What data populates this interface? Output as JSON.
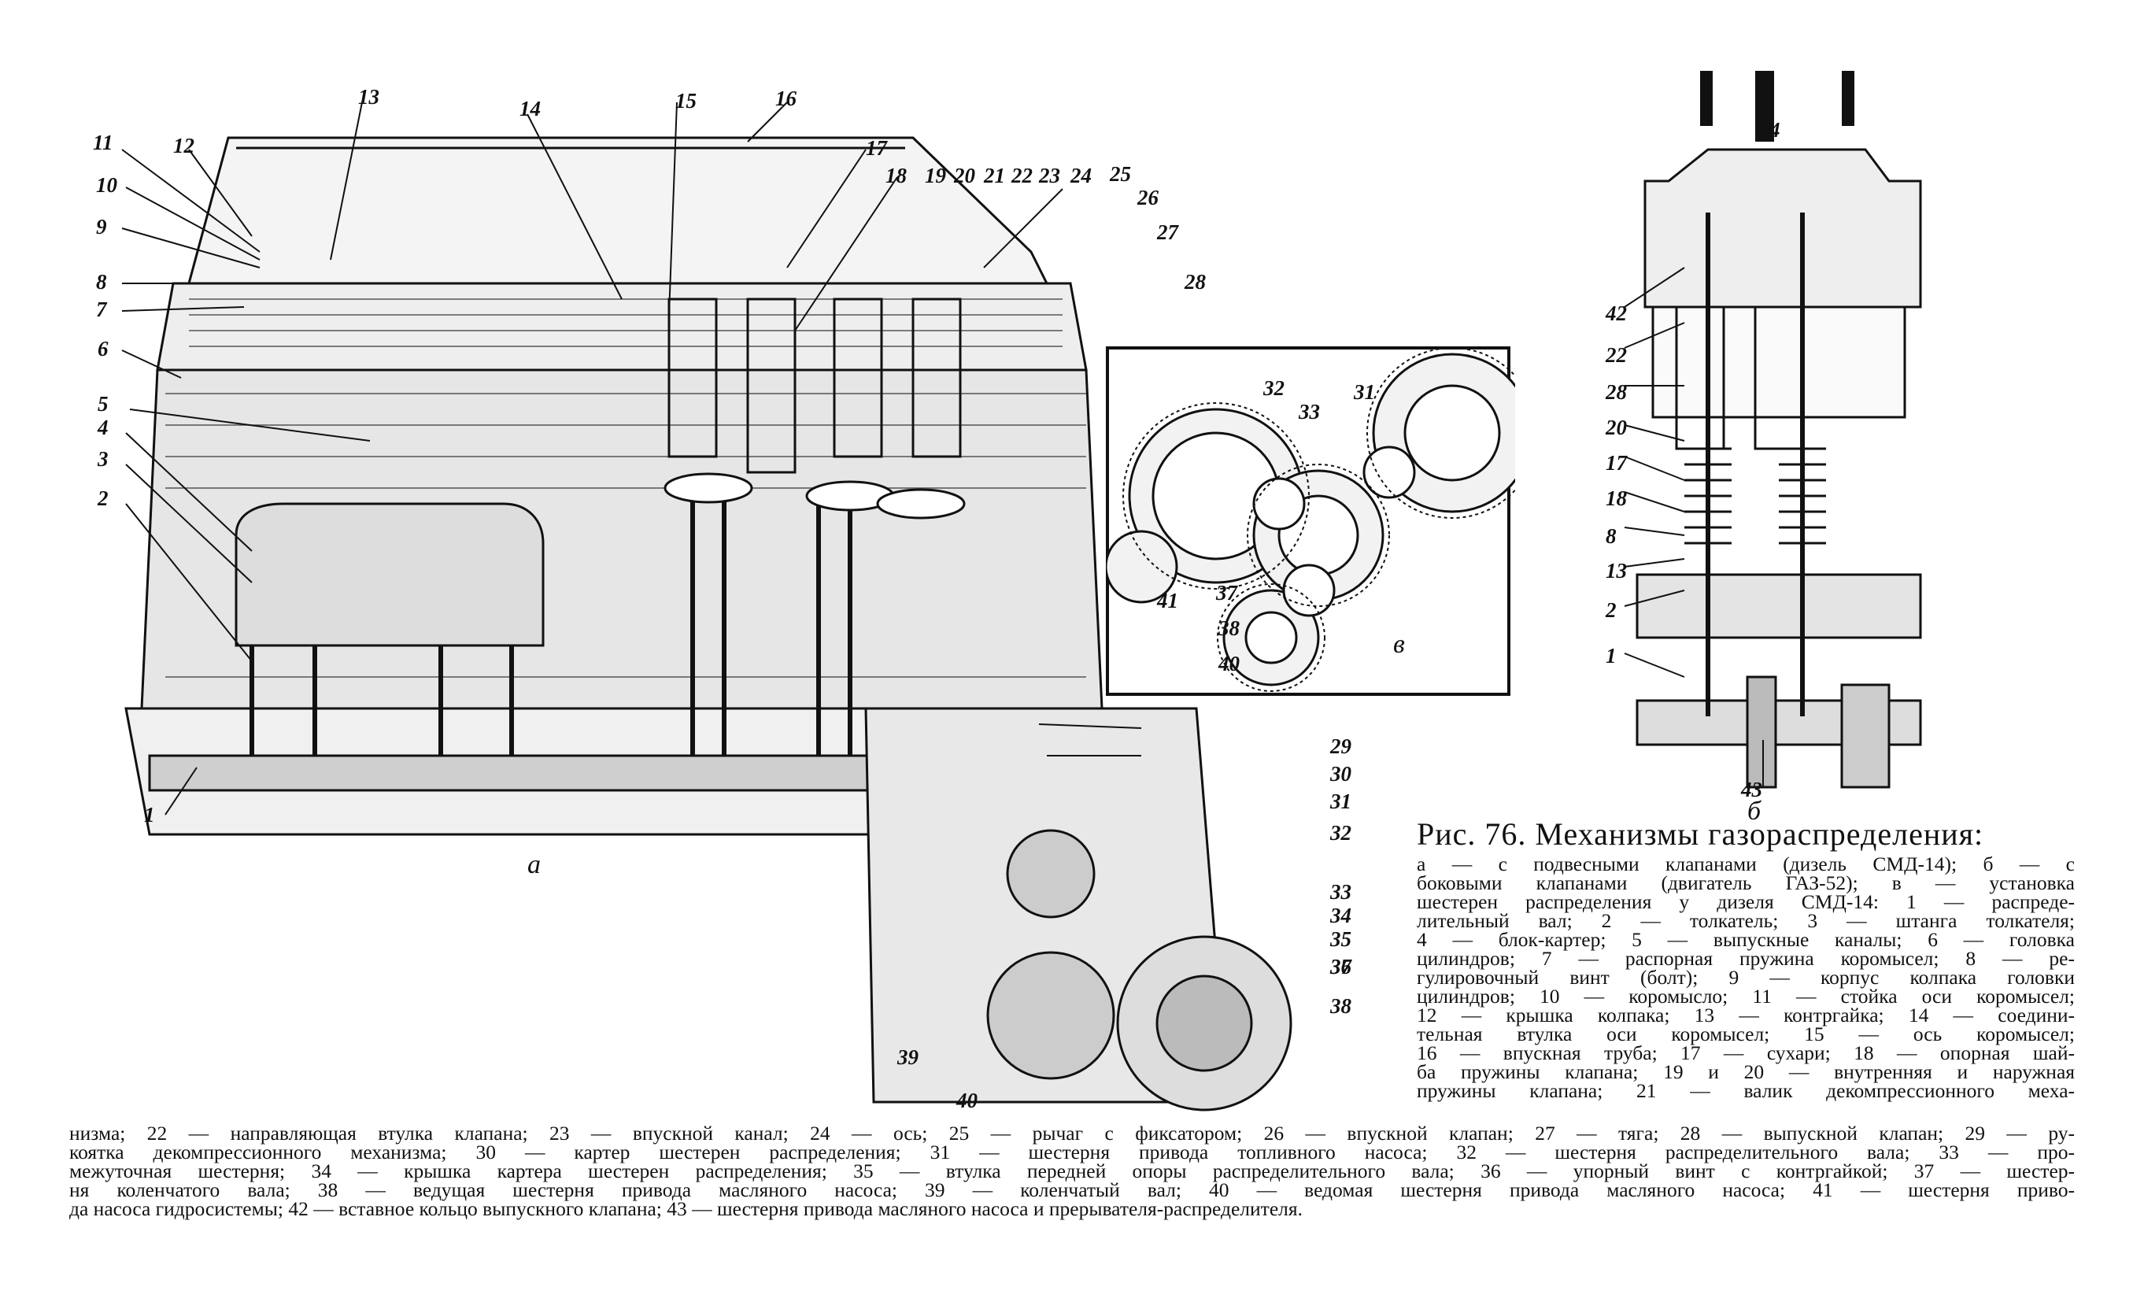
{
  "figure": {
    "subfig_a": "а",
    "subfig_b": "б",
    "subfig_v": "в",
    "labels_a": [
      "1",
      "2",
      "3",
      "4",
      "5",
      "6",
      "7",
      "8",
      "9",
      "10",
      "11",
      "12",
      "13",
      "14",
      "15",
      "16",
      "17",
      "18",
      "19",
      "20",
      "21",
      "22",
      "23",
      "24",
      "25",
      "26",
      "27",
      "28",
      "29",
      "30",
      "31",
      "32",
      "33",
      "34",
      "35",
      "36",
      "37",
      "38",
      "39",
      "40"
    ],
    "labels_v": [
      "32",
      "33",
      "31",
      "41",
      "37",
      "38",
      "40"
    ],
    "labels_b": [
      "4",
      "42",
      "22",
      "28",
      "20",
      "17",
      "18",
      "8",
      "13",
      "2",
      "1",
      "43"
    ]
  },
  "caption": {
    "title": "Рис. 76. Механизмы газораспределения:",
    "lines_right": [
      "а — с подвесными клапанами (дизель СМД-14); б — с",
      "боковыми клапанами (двигатель ГАЗ-52); в — установка",
      "шестерен распределения у дизеля СМД-14: 1 — распреде-",
      "лительный вал; 2 — толкатель; 3 — штанга толкателя;",
      "4 — блок-картер; 5 — выпускные каналы; 6 — головка",
      "цилиндров; 7 — распорная пружина коромысел; 8 — ре-",
      "гулировочный винт (болт); 9 — корпус колпака головки",
      "цилиндров; 10 — коромысло; 11 — стойка оси коромысел;",
      "12 — крышка колпака; 13 — контргайка; 14 — соедини-",
      "тельная втулка оси коромысел; 15 — ось коромысел;",
      "16 — впускная труба; 17 — сухари; 18 — опорная шай-",
      "ба пружины клапана; 19 и 20 — внутренняя и наружная",
      "пружины клапана; 21 — валик декомпрессионного меха-"
    ],
    "lines_full": [
      "низма; 22 — направляющая втулка клапана; 23 — впускной канал; 24 — ось; 25 — рычаг с фиксатором; 26 — впускной клапан; 27 — тяга; 28 — выпускной клапан; 29 — ру-",
      "коятка декомпрессионного механизма; 30 — картер шестерен распределения; 31 — шестерня привода топливного насоса; 32 — шестерня распределительного вала; 33 — про-",
      "межуточная шестерня; 34 — крышка картера шестерен распределения; 35 — втулка передней опоры распределительного вала; 36 — упорный винт с контргайкой; 37 — шестер-",
      "ня коленчатого вала; 38 — ведущая шестерня привода масляного насоса; 39 — коленчатый вал; 40 — ведомая шестерня привода масляного насоса; 41 — шестерня приво-",
      "да насоса гидросистемы; 42 — вставное кольцо выпускного клапана; 43 — шестерня привода масляного насоса и прерывателя-распределителя."
    ]
  }
}
